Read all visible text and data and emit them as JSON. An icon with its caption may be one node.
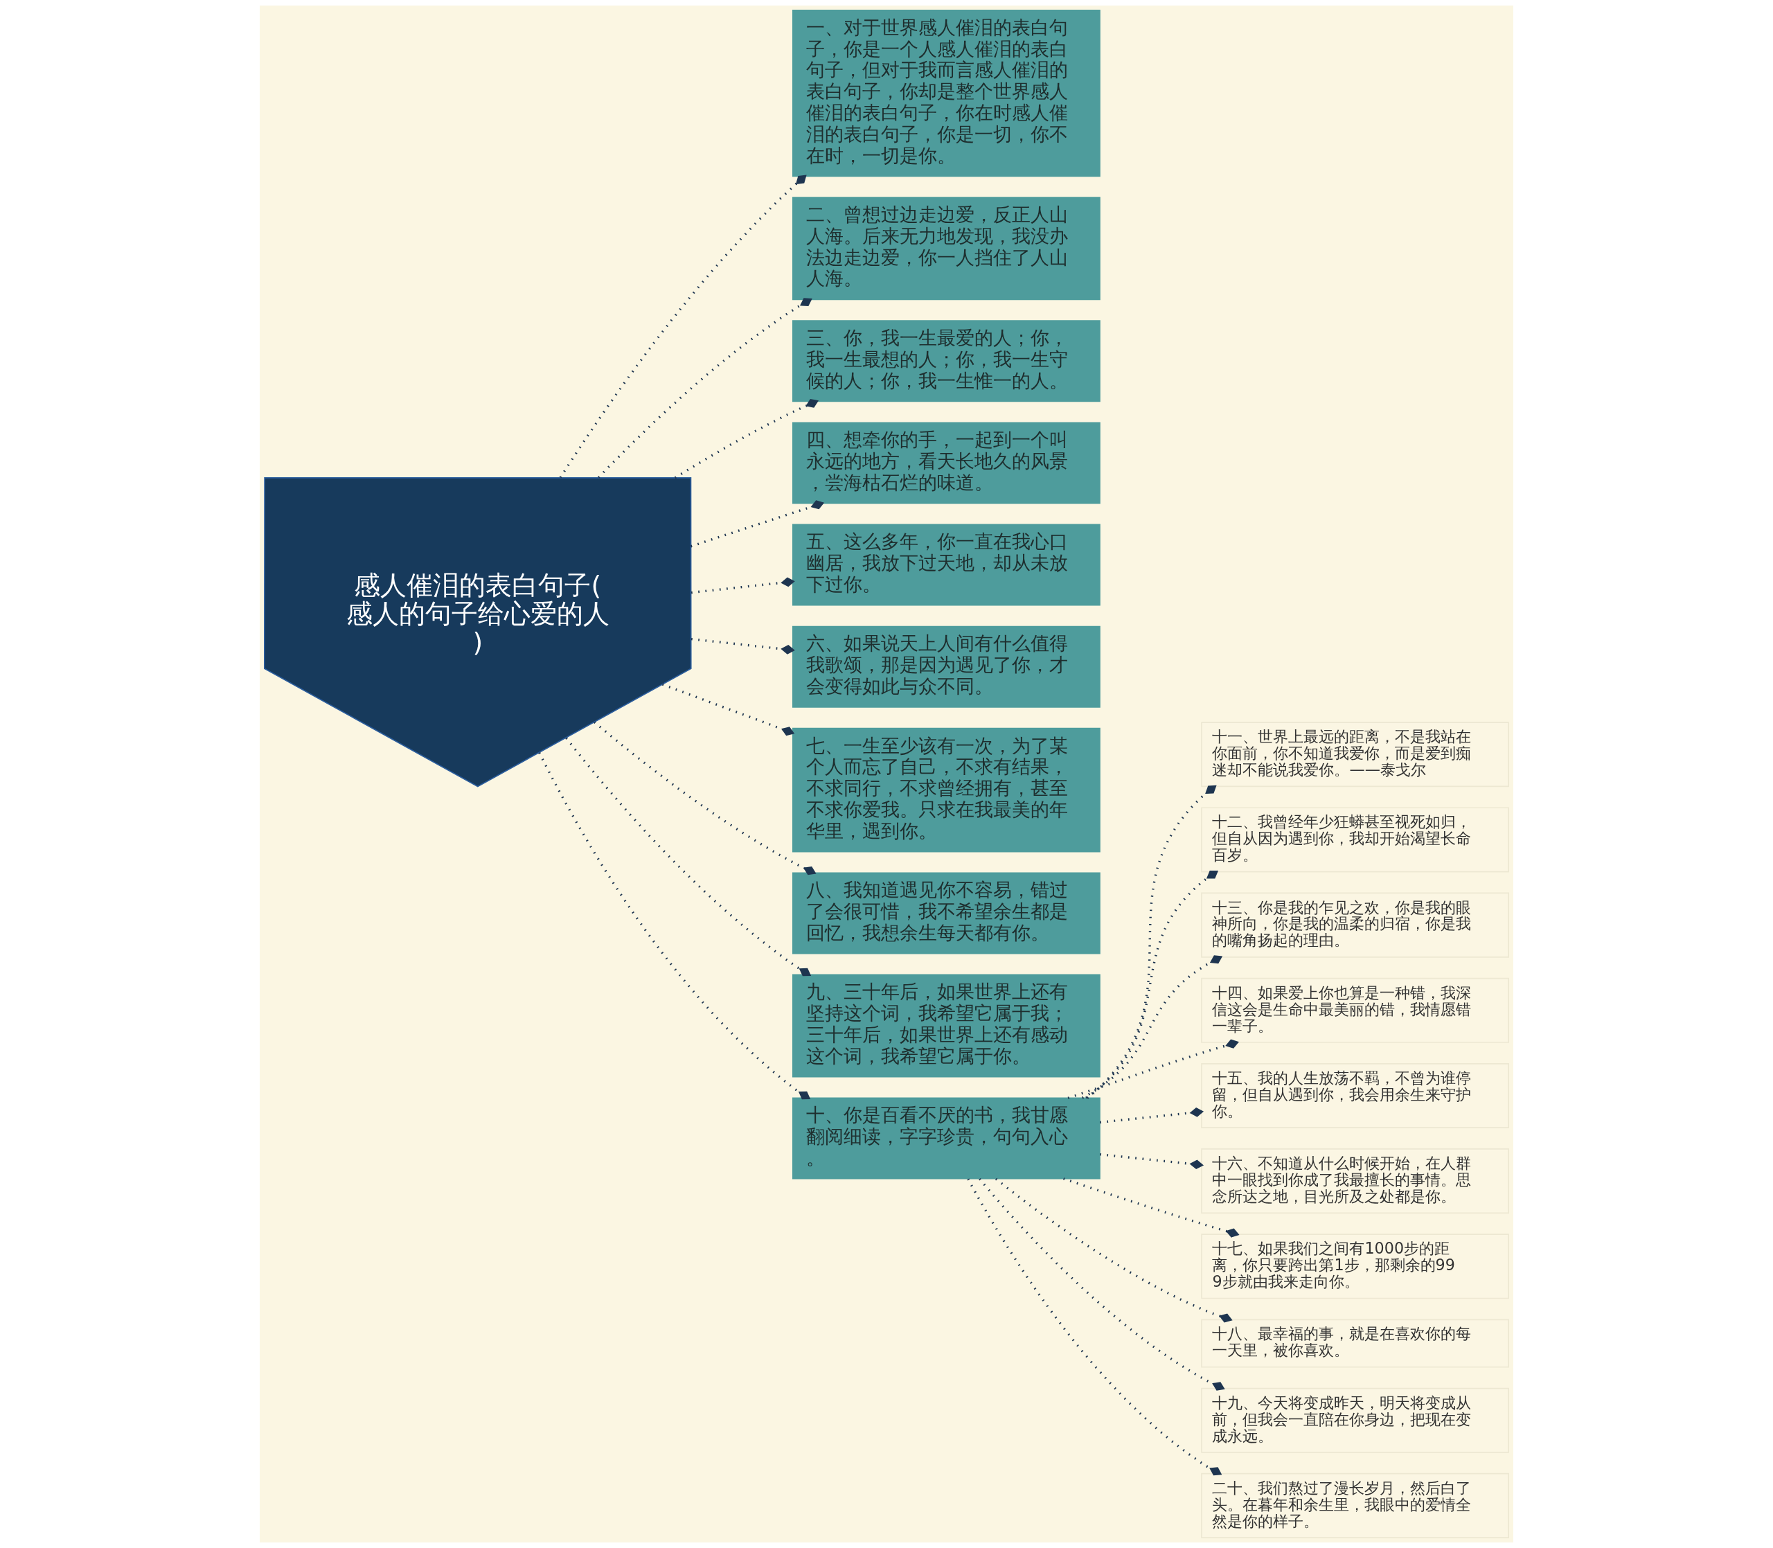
{
  "diagram": {
    "nodes": [
      {
        "text": [
          "感人催泪的表白句子(感人的句子给心爱的人)"
        ]
      },
      {
        "text": [
          "一、对于世界感人催泪的表白句子，你是一个人感人催泪的表白句子，但对于我而言感人催泪的表白句子，你却是整个世界感人催泪的表白句子，你在时感人催泪的表白句子，你是一切，你不在时，一切是你。"
        ]
      },
      {
        "text": [
          "二、曾想过边走边爱，反正人山人海。后来无力地发现，我没办法边走边爱，你一人挡住了人山人海。"
        ]
      },
      {
        "text": [
          "三、你，我一生最爱的人；你，我一生最想的人；你，我一生守候的人；你，我一生惟一的人。"
        ]
      },
      {
        "text": [
          "四、想牵你的手，一起到一个叫永远的地方，看天长地久的风景，尝海枯石烂的味道。"
        ]
      },
      {
        "text": [
          "五、这么多年，你一直在我心口幽居，我放下过天地，却从未放下过你。"
        ]
      },
      {
        "text": [
          "六、如果说天上人间有什么值得我歌颂，那是因为遇见了你，才会变得如此与众不同。"
        ]
      },
      {
        "text": [
          "七、一生至少该有一次，为了某个人而忘了自己，不求有结果，不求同行，不求曾经拥有，甚至不求你爱我。只求在我最美的年华里，遇到你。"
        ]
      },
      {
        "text": [
          "八、我知道遇见你不容易，错过了会很可惜，我不希望余生都是回忆，我想余生每天都有你。"
        ]
      },
      {
        "text": [
          "九、三十年后，如果世界上还有坚持这个词，我希望它属于我；三十年后，如果世界上还有感动这个词，我希望它属于你。"
        ]
      },
      {
        "text": [
          "十、你是百看不厌的书，我甘愿翻阅细读，字字珍贵，句句入心。"
        ]
      },
      {
        "text": [
          "十一、世界上最远的距离，不是我站在你面前，你不知道我爱你，而是爱到痴迷却不能说我爱你。——泰戈尔"
        ]
      },
      {
        "text": [
          "十二、我曾经年少狂蟒甚至视死如归，但自从因为遇到你，我却开始渴望长命百岁。"
        ]
      },
      {
        "text": [
          "十三、你是我的乍见之欢，你是我的眼神所向，你是我的温柔的归宿，你是我的嘴角扬起的理由。"
        ]
      },
      {
        "text": [
          "十四、如果爱上你也算是一种错，我深信这会是生命中最美丽的错，我情愿错一辈子。"
        ]
      },
      {
        "text": [
          "十五、我的人生放荡不羁，不曾为谁停留，但自从遇到你，我会用余生来守护你。"
        ]
      },
      {
        "text": [
          "十六、不知道从什么时候开始，在人群中一眼找到你成了我最擅长的事情。思念所达之地，目光所及之处都是你。"
        ]
      },
      {
        "text": [
          "十七、如果我们之间有1000步的距离，你只要跨出第1步，那剩余的999步就由我来走向你。"
        ]
      },
      {
        "text": [
          "十八、最幸福的事，就是在喜欢你的每一天里，被你喜欢。"
        ]
      },
      {
        "text": [
          "十九、今天将变成昨天，明天将变成从前，但我会一直陪在你身边，把现在变成永远。"
        ]
      },
      {
        "text": [
          "二十、我们熬过了漫长岁月，然后白了头。在暮年和余生里，我眼中的爱情全然是你的样子。"
        ]
      }
    ],
    "edges": [
      {
        "from": 0,
        "to": 1,
        "arrow": "other",
        "style": "dashed"
      },
      {
        "from": 0,
        "to": 2,
        "arrow": "other",
        "style": "dashed"
      },
      {
        "from": 0,
        "to": 3,
        "arrow": "other",
        "style": "dashed"
      },
      {
        "from": 0,
        "to": 4,
        "arrow": "other",
        "style": "dashed"
      },
      {
        "from": 0,
        "to": 5,
        "arrow": "other",
        "style": "dashed"
      },
      {
        "from": 0,
        "to": 6,
        "arrow": "other",
        "style": "dashed"
      },
      {
        "from": 0,
        "to": 7,
        "arrow": "other",
        "style": "dashed"
      },
      {
        "from": 0,
        "to": 8,
        "arrow": "other",
        "style": "dashed"
      },
      {
        "from": 0,
        "to": 9,
        "arrow": "other",
        "style": "dashed"
      },
      {
        "from": 0,
        "to": 10,
        "arrow": "other",
        "style": "dashed"
      },
      {
        "from": 10,
        "to": 11,
        "arrow": "other",
        "style": "dashed"
      },
      {
        "from": 10,
        "to": 12,
        "arrow": "other",
        "style": "dashed"
      },
      {
        "from": 10,
        "to": 13,
        "arrow": "other",
        "style": "dashed"
      },
      {
        "from": 10,
        "to": 14,
        "arrow": "other",
        "style": "dashed"
      },
      {
        "from": 10,
        "to": 15,
        "arrow": "other",
        "style": "dashed"
      },
      {
        "from": 10,
        "to": 16,
        "arrow": "other",
        "style": "dashed"
      },
      {
        "from": 10,
        "to": 17,
        "arrow": "other",
        "style": "dashed"
      },
      {
        "from": 10,
        "to": 18,
        "arrow": "other",
        "style": "dashed"
      },
      {
        "from": 10,
        "to": 19,
        "arrow": "other",
        "style": "dashed"
      },
      {
        "from": 10,
        "to": 20,
        "arrow": "other",
        "style": "dashed"
      }
    ]
  }
}
